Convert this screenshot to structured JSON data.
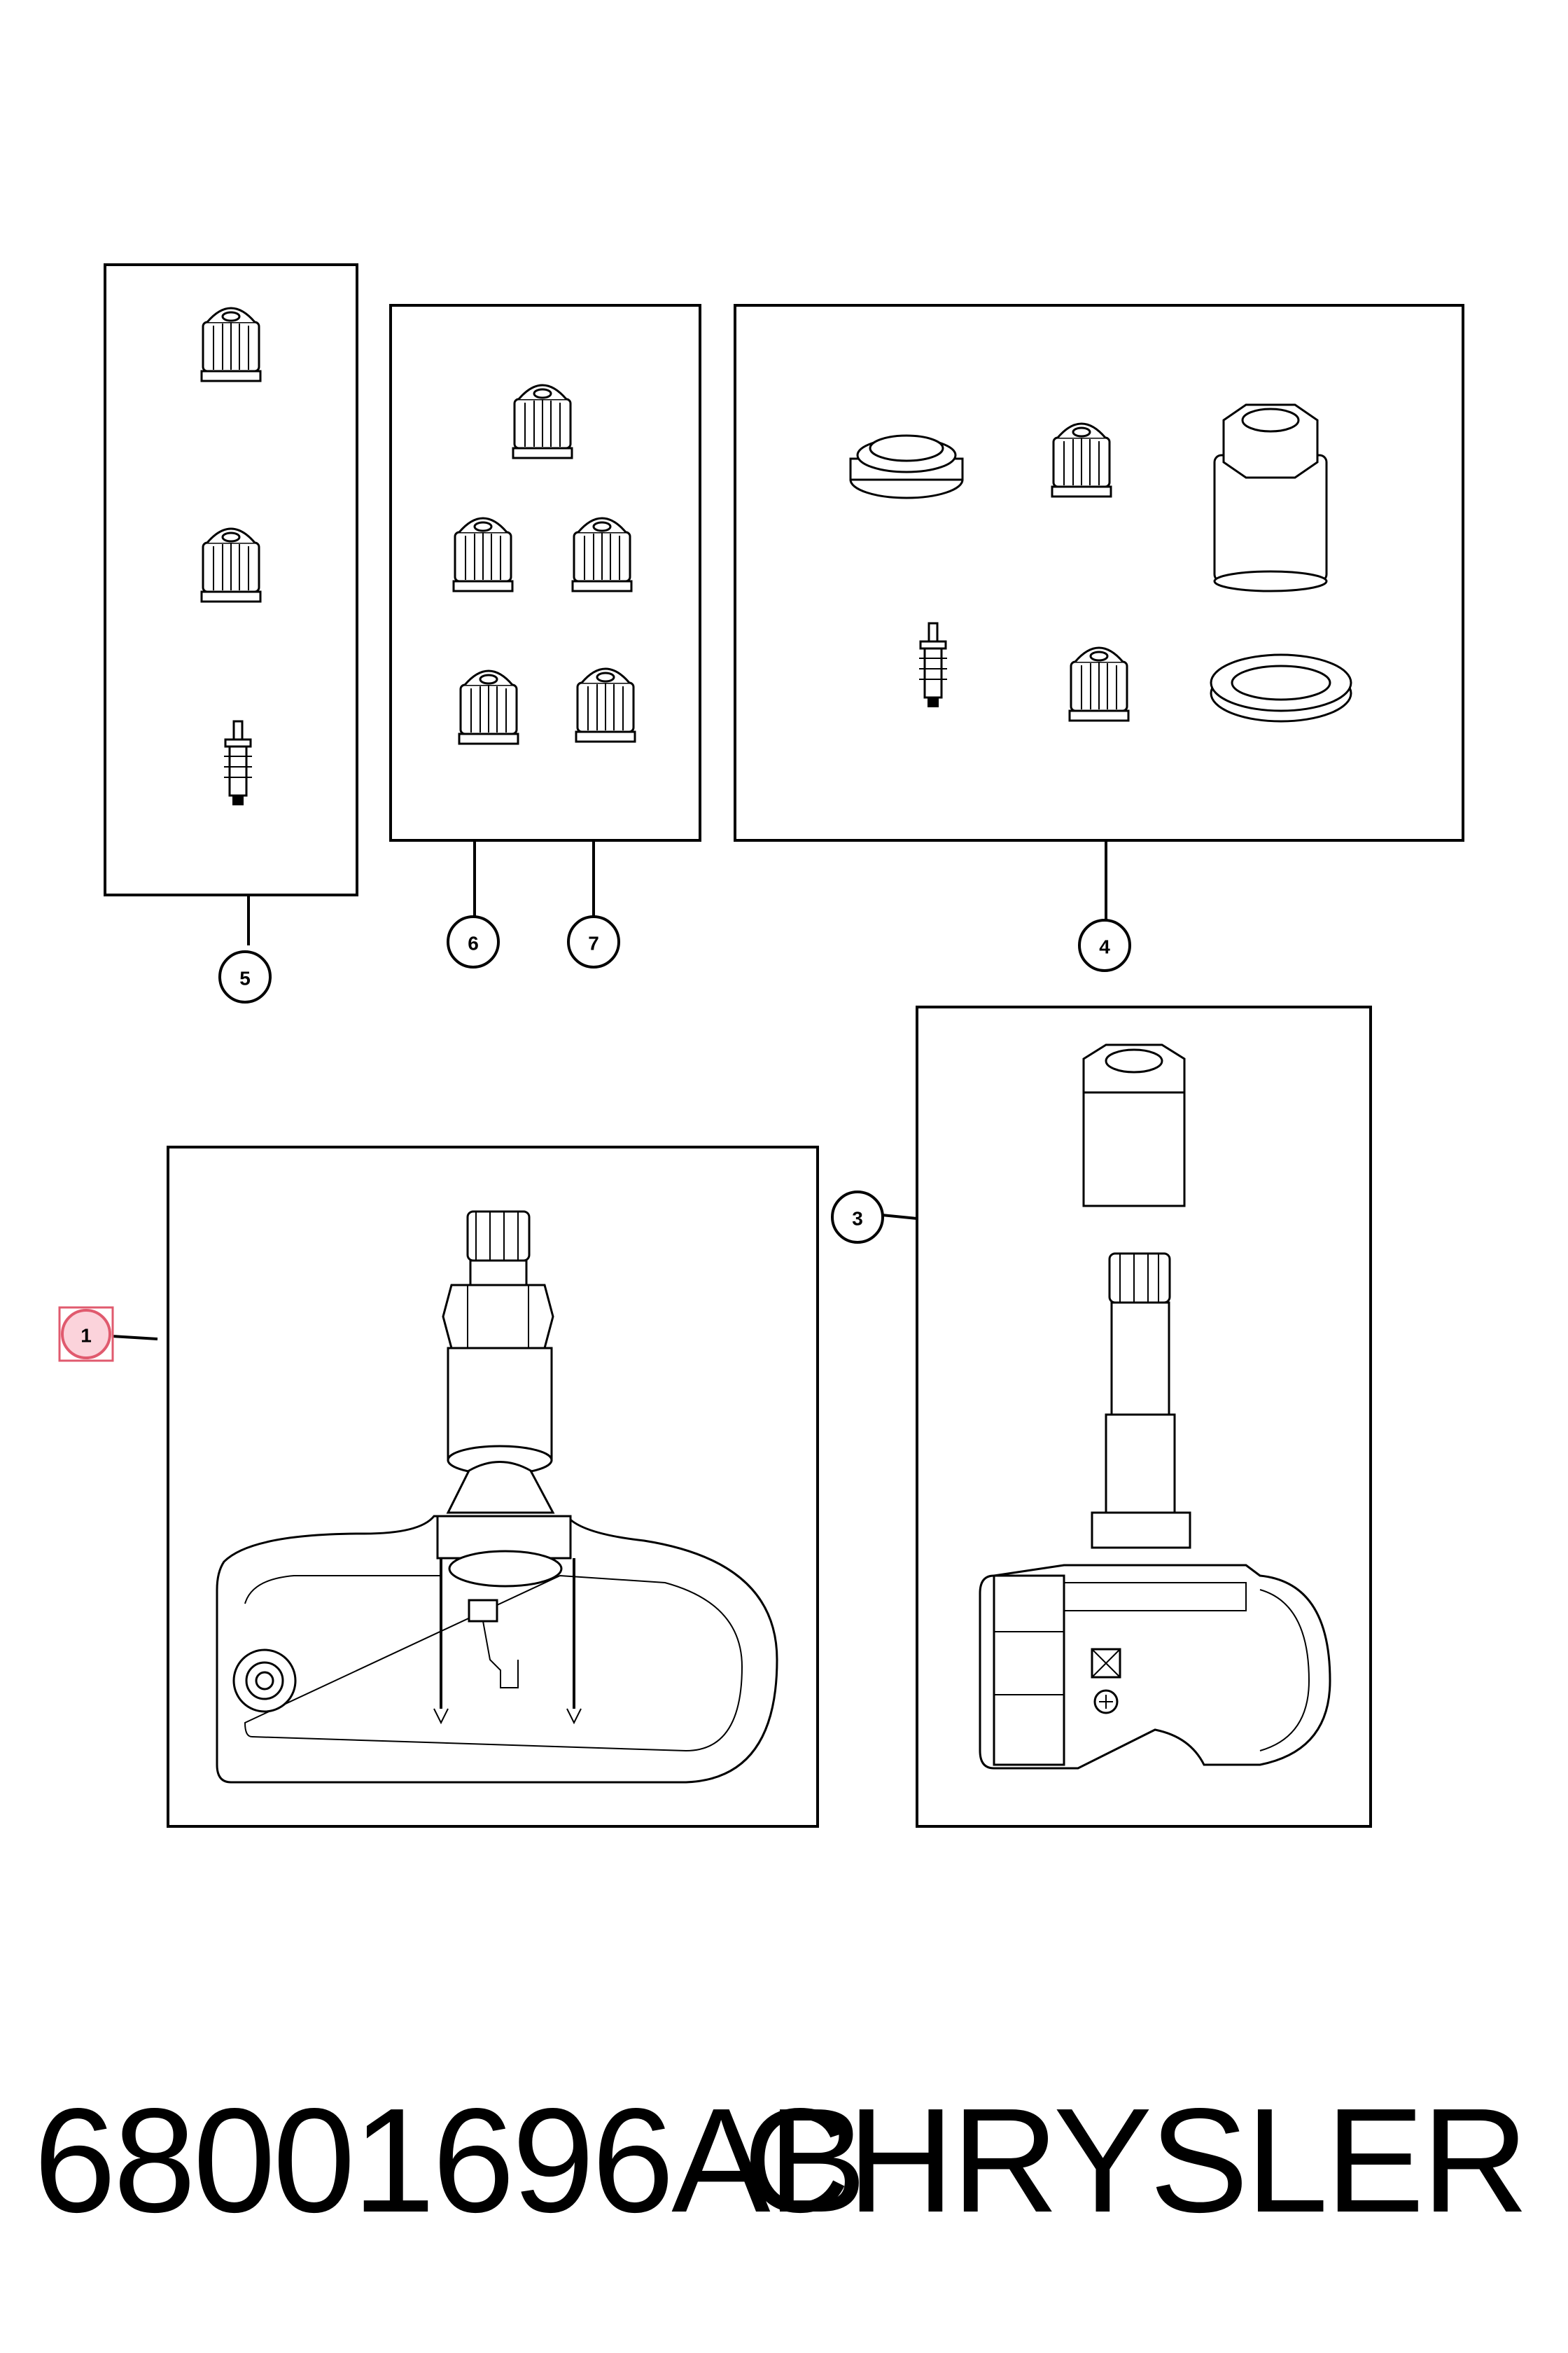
{
  "footer": {
    "part_number": "68001696AB",
    "brand": "CHRYSLER"
  },
  "callouts": {
    "c1": "1",
    "c3": "3",
    "c4": "4",
    "c5": "5",
    "c6": "6",
    "c7": "7"
  },
  "highlighted_callout": "1"
}
